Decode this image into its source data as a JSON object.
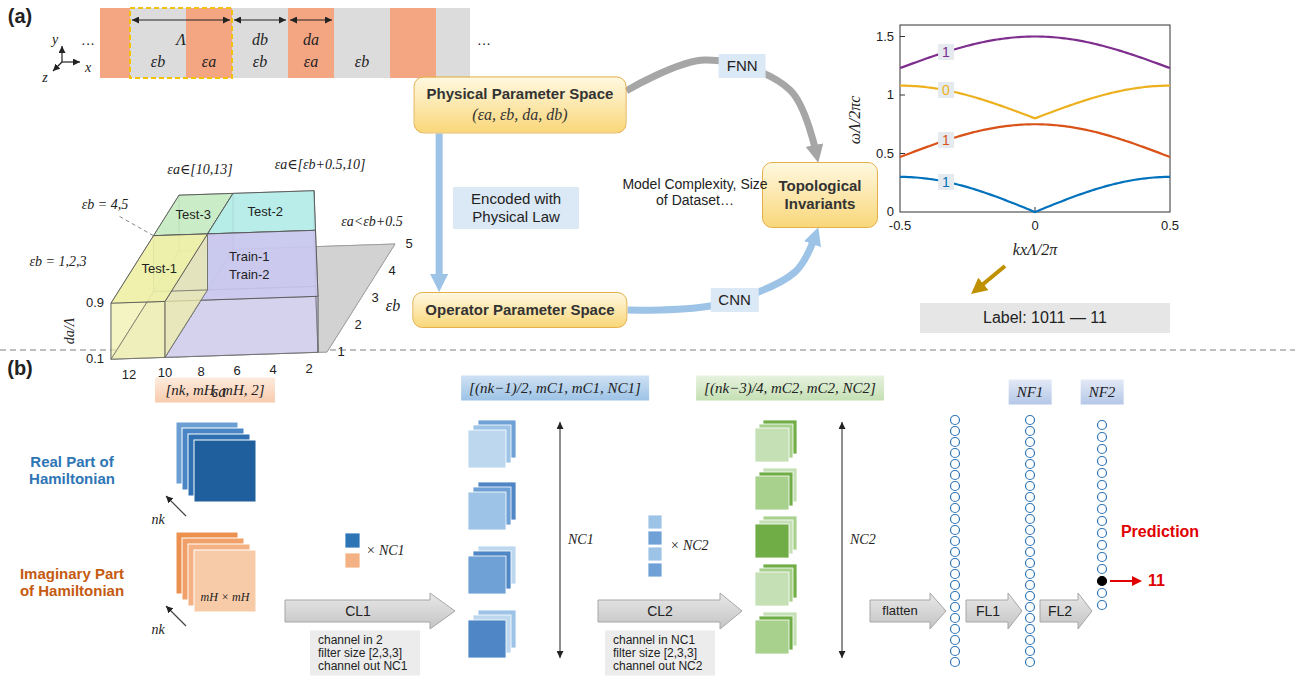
{
  "diagram": {
    "nodes": [
      {
        "text": [
          "Physical Parameter Space",
          "(εa, εb, da, db)"
        ]
      },
      {
        "text": [
          "Topological Invariants"
        ]
      },
      {
        "text": [
          "Operator Parameter Space"
        ]
      },
      {
        "text": [
          "Label: 1011 — 11"
        ]
      },
      {
        "text": [
          "[nk, mH, mH, 2]"
        ]
      },
      {
        "text": [
          "[(nk−1)/2, mC1, mC1, NC1]"
        ]
      },
      {
        "text": [
          "[(nk−3)/4, mC2, mC2, NC2]"
        ]
      },
      {
        "text": [
          "NF1"
        ]
      },
      {
        "text": [
          "NF2"
        ]
      },
      {
        "text": [
          "channel in 2",
          "filter size [2,3,3]",
          "channel out NC1"
        ]
      },
      {
        "text": [
          "channel in NC1",
          "filter size [2,3,3]",
          "channel out NC2"
        ]
      }
    ],
    "edges": [
      {
        "from": 0,
        "to": 1,
        "arrow": "to",
        "label": "FNN"
      },
      {
        "from": 0,
        "to": 2,
        "arrow": "to",
        "label": "Encoded with Physical Law"
      },
      {
        "from": 2,
        "to": 1,
        "arrow": "to",
        "label": "CNN"
      }
    ],
    "labels": [
      "(a)",
      "···",
      "Λ",
      "db",
      "da",
      "εb",
      "εa",
      "εb",
      "εa",
      "εb",
      "···",
      "y",
      "x",
      "z",
      "εa∈[10,13]",
      "εb = 4,5",
      "εa∈[εb+0.5,10]",
      "εb = 1,2,3",
      "Test-3",
      "Test-2",
      "Test-1",
      "Train-1",
      "Train-2",
      "εa<εb+0.5",
      "0.9",
      "0.1",
      "da/Λ",
      "12",
      "10",
      "8",
      "6",
      "4",
      "2",
      "εa",
      "1",
      "2",
      "3",
      "4",
      "5",
      "εb",
      "Model Complexity, Size of Dataset…",
      "1.5",
      "1",
      "0.5",
      "0",
      "ωΛ/2πc",
      "-0.5",
      "0",
      "0.5",
      "kxΛ/2π",
      "1",
      "0",
      "1",
      "1",
      "(b)",
      "Real Part of Hamiltonian",
      "Imaginary Part of Hamiltonian",
      "nk",
      "nk",
      "mH × mH",
      "CL1",
      "× NC1",
      "NC1",
      "CL2",
      "× NC2",
      "NC2",
      "flatten",
      "FL1",
      "FL2",
      "Prediction",
      "11"
    ]
  }
}
